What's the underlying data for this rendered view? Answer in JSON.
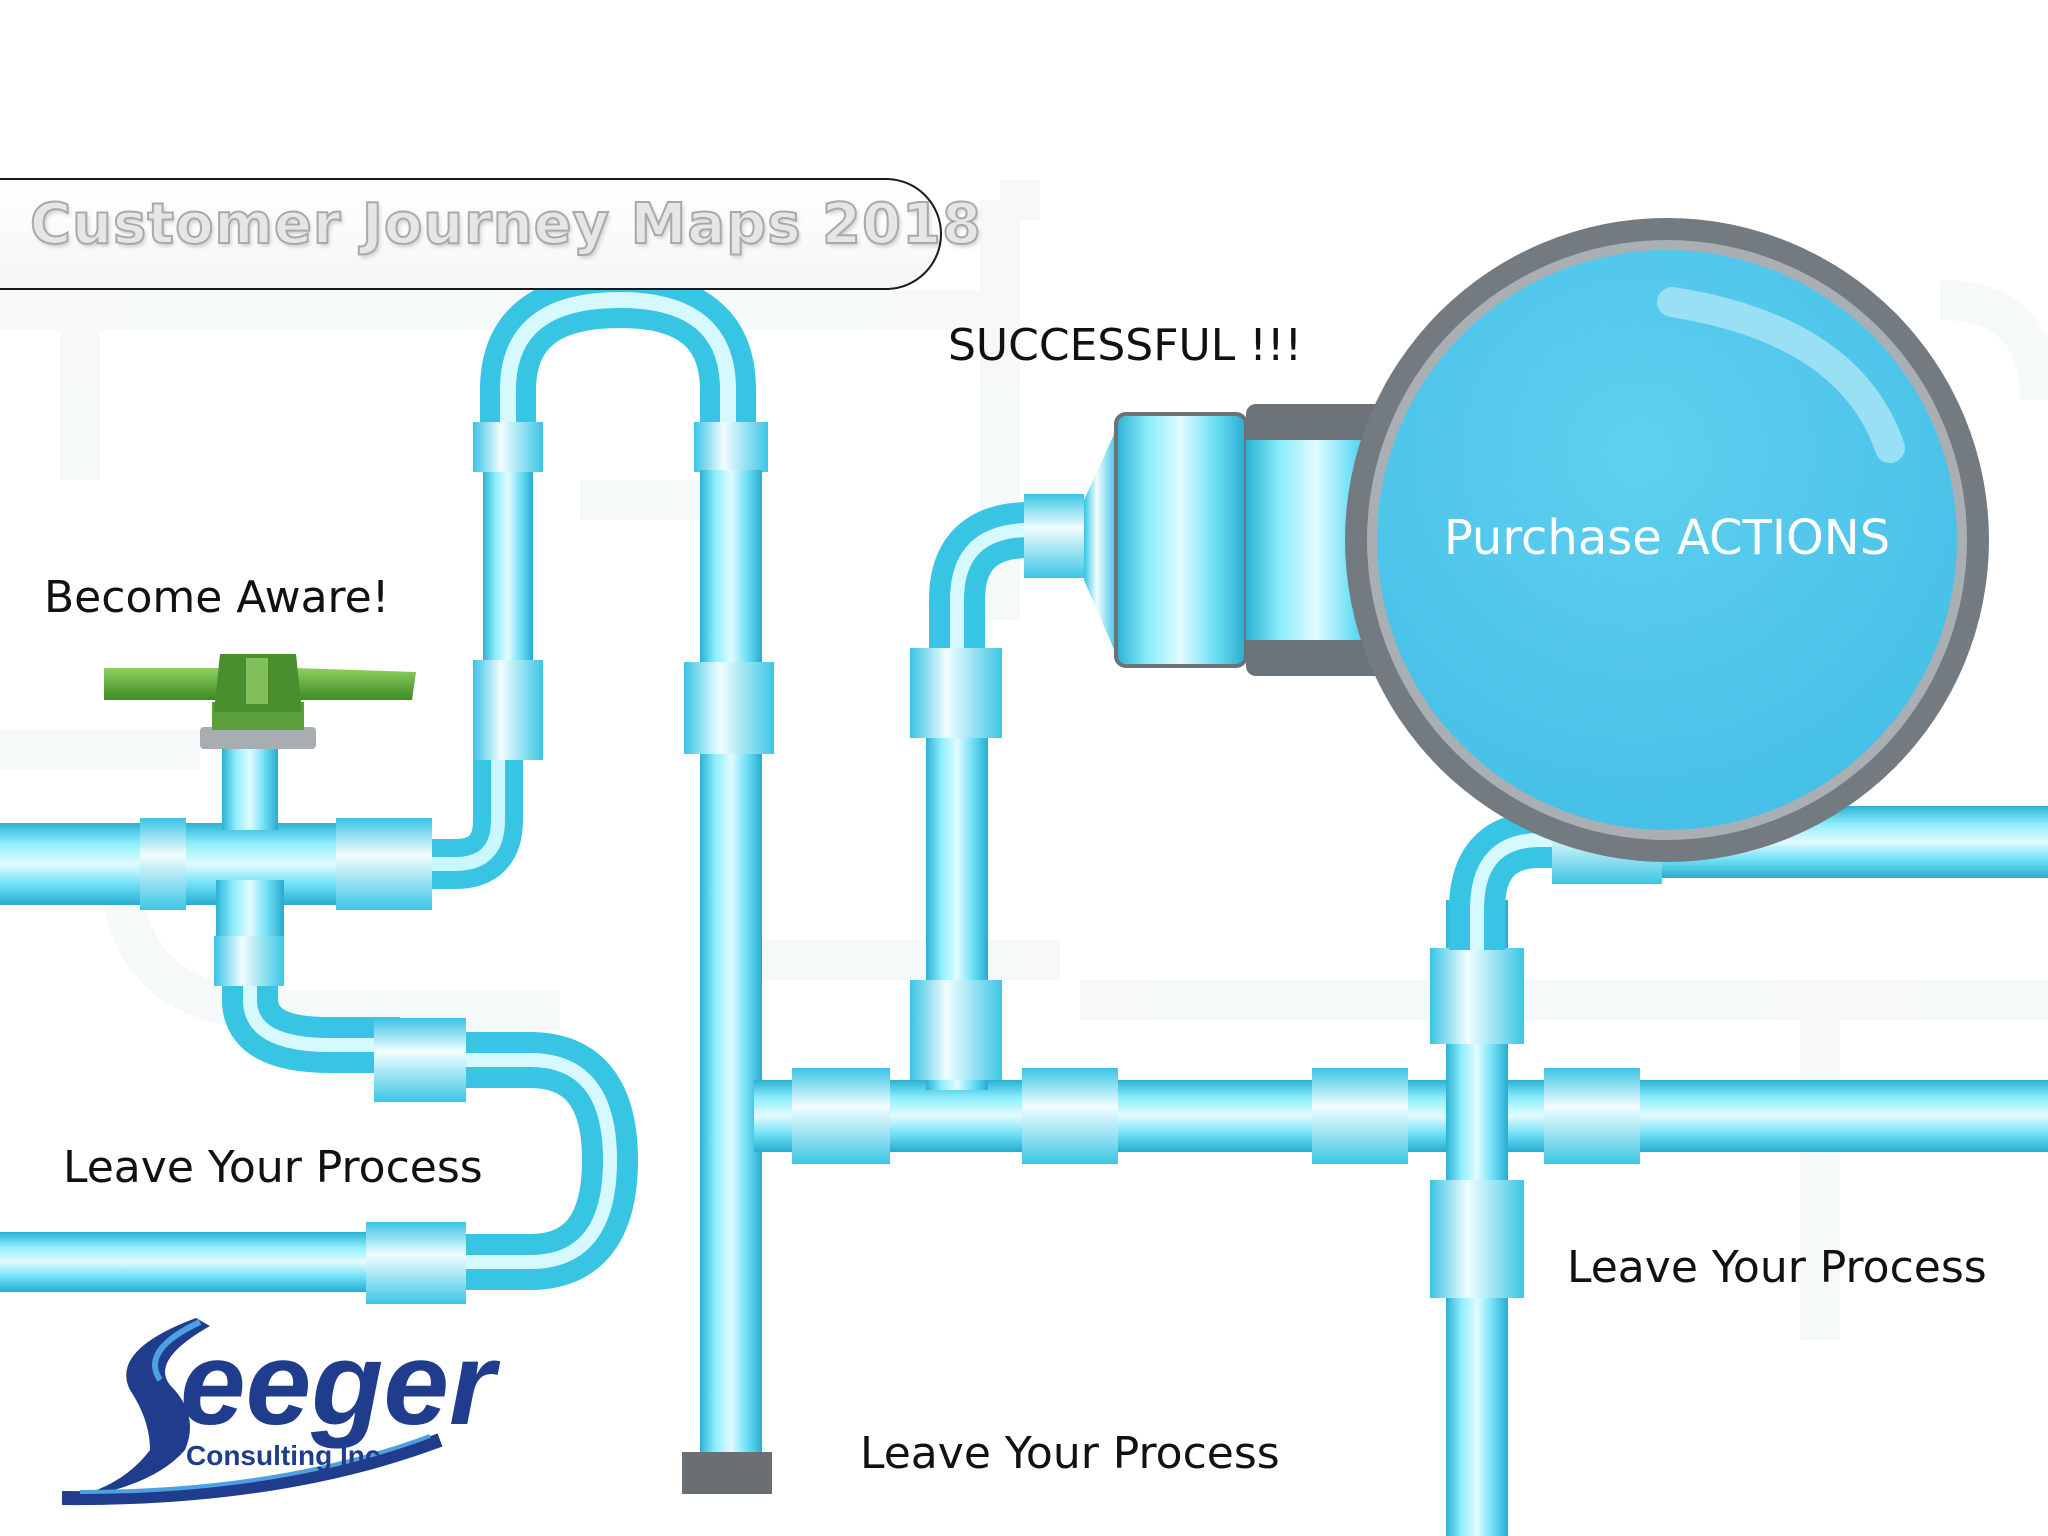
{
  "title": "Customer Journey Maps 2018",
  "labels": {
    "become_aware": "Become Aware!",
    "successful": "SUCCESSFUL !!!",
    "leave_left": "Leave Your Process",
    "leave_bottom": "Leave Your Process",
    "leave_right": "Leave Your Process"
  },
  "meter": {
    "label": "Purchase ACTIONS"
  },
  "logo": {
    "name": "Seeger",
    "subtitle": "Consulting Inc."
  },
  "colors": {
    "pipe": "#55d8f0",
    "pipe_dark": "#2cb7d6",
    "meter_face": "#4ec8ec",
    "meter_rim": "#7b8288",
    "valve_handle": "#5a9f3a",
    "logo_blue": "#1f3d8c"
  }
}
